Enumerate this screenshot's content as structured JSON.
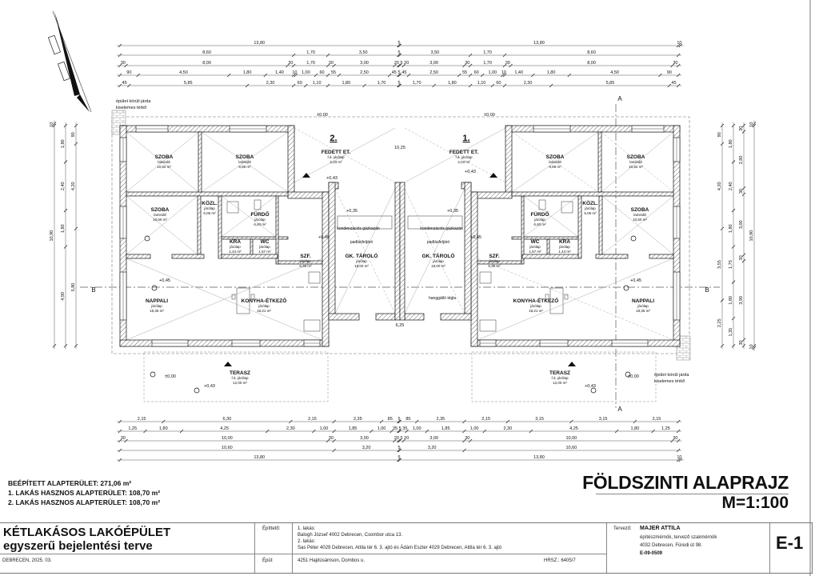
{
  "dimensions": {
    "top": [
      [
        "13,80",
        "5",
        "13,80",
        "10"
      ],
      [
        "8,60",
        "1,70",
        "3,50",
        "5",
        "3,50",
        "1,70",
        "8,60"
      ],
      [
        "30",
        "8,00",
        "30",
        "1,70",
        "30",
        "3,00",
        "20",
        "5",
        "20",
        "3,00",
        "30",
        "1,70",
        "30",
        "8,00",
        "30"
      ],
      [
        "90",
        "4,50",
        "1,80",
        "1,40",
        "10",
        "1,00",
        "60",
        "55",
        "2,50",
        "45",
        "5",
        "45",
        "2,50",
        "55",
        "60",
        "1,00",
        "10",
        "1,40",
        "1,80",
        "4,50",
        "90"
      ],
      [
        "45",
        "5,85",
        "2,30",
        "60",
        "1,10",
        "1,80",
        "1,70",
        "5",
        "1,70",
        "1,80",
        "1,10",
        "60",
        "2,30",
        "5,85",
        "45"
      ]
    ],
    "bottom": [
      [
        "2,15",
        "6,30",
        "2,15",
        "2,35",
        "85",
        "5",
        "85",
        "2,35",
        "2,15",
        "3,15",
        "3,15",
        "2,15"
      ],
      [
        "1,25",
        "1,80",
        "4,25",
        "2,30",
        "1,00",
        "1,85",
        "1,00",
        "35",
        "5",
        "35",
        "1,00",
        "1,85",
        "1,00",
        "2,30",
        "4,25",
        "1,80",
        "1,25"
      ],
      [
        "30",
        "10,00",
        "30",
        "3,00",
        "20",
        "5",
        "20",
        "3,00",
        "30",
        "10,00",
        "30"
      ],
      [
        "10,60",
        "3,20",
        "5",
        "3,20",
        "10,60"
      ],
      [
        "13,80",
        "5",
        "13,80",
        "10"
      ]
    ],
    "left": [
      [
        "10",
        "10,90"
      ],
      [
        "1,80",
        "2,40",
        "1,80",
        "4,90"
      ],
      [
        "90",
        "4,20",
        "5,80"
      ]
    ],
    "right": [
      [
        "90",
        "4,20",
        "3,55",
        "2,25"
      ],
      [
        "1,80",
        "2,40",
        "1,80",
        "1,75",
        "1,80",
        "1,35"
      ],
      [
        "30",
        "2,80",
        "30",
        "3,00",
        "30",
        "3,90",
        "30"
      ],
      [
        "10",
        "10,90",
        "10"
      ]
    ]
  },
  "units": [
    {
      "number": "2.",
      "rooms": [
        {
          "name": "SZOBA",
          "floor": "laminált",
          "area": "10,82 m²"
        },
        {
          "name": "SZOBA",
          "floor": "laminált",
          "area": "9,98 m²"
        },
        {
          "name": "SZOBA",
          "floor": "laminált",
          "area": "10,50 m²"
        },
        {
          "name": "KÖZL.",
          "floor": "járólap",
          "area": "6,06 m²"
        },
        {
          "name": "FÜRDŐ",
          "floor": "járólap",
          "area": "6,40 m²"
        },
        {
          "name": "KRA",
          "floor": "járólap",
          "area": "1,44 m²"
        },
        {
          "name": "WC",
          "floor": "járólap",
          "area": "1,57 m²"
        },
        {
          "name": "SZF.",
          "floor": "járólap",
          "area": "6,36 m²"
        },
        {
          "name": "NAPPALI",
          "floor": "járólap",
          "area": "18,35 m²"
        },
        {
          "name": "KONYHA-ÉTKEZŐ",
          "floor": "járólap",
          "area": "18,21 m²"
        },
        {
          "name": "GK. TÁROLÓ",
          "floor": "járólap",
          "area": "18,00 m²"
        },
        {
          "name": "FEDETT ET.",
          "floor": "f.á. járólap",
          "area": "2,03 m²"
        },
        {
          "name": "TERASZ",
          "floor": "f.á. járólap",
          "area": "12,00 m²"
        }
      ]
    },
    {
      "number": "1.",
      "rooms": [
        {
          "name": "SZOBA",
          "floor": "laminált",
          "area": "10,82 m²"
        },
        {
          "name": "SZOBA",
          "floor": "laminált",
          "area": "9,98 m²"
        },
        {
          "name": "SZOBA",
          "floor": "laminált",
          "area": "10,50 m²"
        },
        {
          "name": "KÖZL.",
          "floor": "járólap",
          "area": "5,06 m²"
        },
        {
          "name": "FÜRDŐ",
          "floor": "járólap",
          "area": "6,40 m²"
        },
        {
          "name": "KRA",
          "floor": "járólap",
          "area": "1,44 m²"
        },
        {
          "name": "WC",
          "floor": "járólap",
          "area": "1,57 m²"
        },
        {
          "name": "SZF.",
          "floor": "járólap",
          "area": "6,36 m²"
        },
        {
          "name": "NAPPALI",
          "floor": "járólap",
          "area": "18,35 m²"
        },
        {
          "name": "KONYHA-ÉTKEZŐ",
          "floor": "járólap",
          "area": "18,21 m²"
        },
        {
          "name": "GK. TÁROLÓ",
          "floor": "járólap",
          "area": "18,00 m²"
        },
        {
          "name": "FEDETT ET.",
          "floor": "f.á. járólap",
          "area": "2,03 m²"
        },
        {
          "name": "TERASZ",
          "floor": "f.á. járólap",
          "area": "12,00 m²"
        }
      ]
    }
  ],
  "annotations": {
    "sidewalk_line1": "épület körüli járda",
    "sidewalk_line2": "kiselemes térkő",
    "boiler": "kondenzációs gázkazán",
    "attic_access": "padlásfeljáró",
    "sound_brick": "hanggátló tégla",
    "level_zero": "±0,00",
    "level_045": "+0,45",
    "level_043": "+0,43",
    "level_035": "+0,35",
    "section_a": "A",
    "section_b": "B",
    "covered_width": "10,25",
    "garage_gap": "6,25"
  },
  "summary": {
    "built_area": "BEÉPÍTETT ALAPTERÜLET: 271,06 m²",
    "unit1_area": "1. LAKÁS HASZNOS ALAPTERÜLET: 108,70 m²",
    "unit2_area": "2. LAKÁS HASZNOS ALAPTERÜLET: 108,70 m²"
  },
  "sheet": {
    "title": "FÖLDSZINTI ALAPRAJZ",
    "scale": "M=1:100"
  },
  "titleblock": {
    "project_line1": "KÉTLAKÁSOS LAKÓÉPÜLET",
    "project_line2": "egyszerű bejelentési terve",
    "place_date": "DEBRECEN, 2025. 03.",
    "client_label": "Építtető:",
    "client_unit1_label": "1. lakás:",
    "client_unit1": "Balogh József 4002 Debrecen, Csombor utca 13.",
    "client_unit2_label": "2. lakás:",
    "client_unit2": "Sas Péter 4029 Debrecen, Attila tér 6. 3. ajtó és Ádám Eszter 4029 Debrecen, Attila tér 6. 3. ajtó",
    "site_label": "Épül:",
    "site": "4251 Hajdúsámson, Dombos u.",
    "parcel": "HRSZ.: 6405/7",
    "designer_label": "Tervező:",
    "designer_name": "MAJER ATTILA",
    "designer_title": "építészmérnök, tervező szakmérnök",
    "designer_address": "4032 Debrecen, Füredi út 98.",
    "designer_id": "E-09-0509",
    "sheet_code": "E-1"
  }
}
